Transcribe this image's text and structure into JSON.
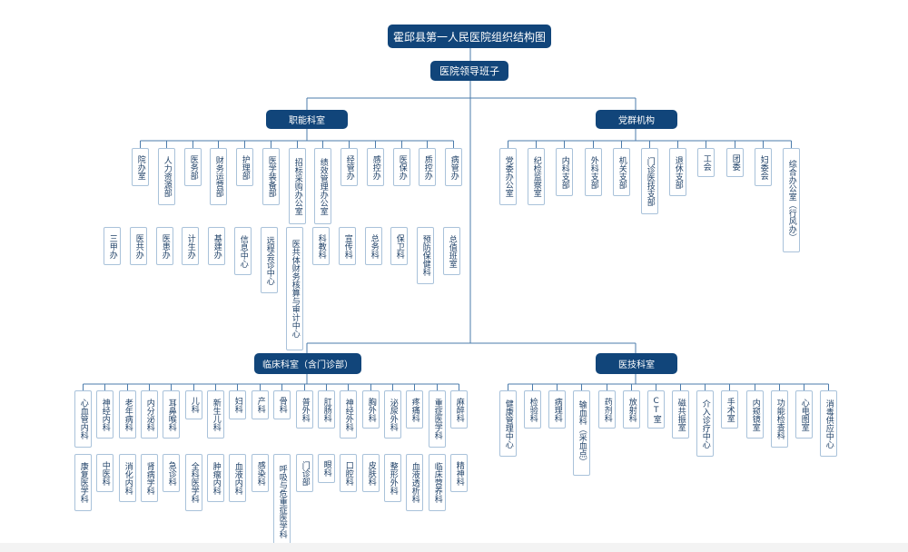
{
  "title": "霍邱县第一人民医院组织结构图",
  "leadership": "医院领导班子",
  "groups": [
    {
      "key": "functional",
      "name": "职能科室",
      "rows": [
        [
          "院办室",
          "人力资源部",
          "医务部",
          "财务运营部",
          "护理部",
          "医学装备部",
          "招标采购办公室",
          "绩效管理办公室",
          "经管办",
          "感控办",
          "医保办",
          "质控办",
          "病管办"
        ],
        [
          "三甲办",
          "医共办",
          "医患办",
          "计生办",
          "基建办",
          "信息中心",
          "远程会诊中心",
          "医共体财务核算与审计中心",
          "科教科",
          "宣传科",
          "总务科",
          "保卫科",
          "预防保健科",
          "总值班室"
        ]
      ]
    },
    {
      "key": "party",
      "name": "党群机构",
      "rows": [
        [
          "党委办公室",
          "纪检监察室",
          "内科支部",
          "外科支部",
          "机关支部",
          "门诊医技支部",
          "退休支部",
          "工会",
          "团委",
          "妇委会",
          "综合办公室（行风办）"
        ]
      ]
    },
    {
      "key": "clinical",
      "name": "临床科室（含门诊部）",
      "rows": [
        [
          "心血管内科",
          "神经内科",
          "老年病科",
          "内分泌科",
          "耳鼻喉科",
          "儿科",
          "新生儿科",
          "妇科",
          "产科",
          "骨科",
          "普外科",
          "肛肠科",
          "神经外科",
          "胸外科",
          "泌尿外科",
          "疼痛科",
          "重症医学科",
          "麻醉科"
        ],
        [
          "康复医学科",
          "中医科",
          "消化内科",
          "肾病学科",
          "急诊科",
          "全科医学科",
          "肿瘤内科",
          "血液内科",
          "感染科",
          "呼吸与危重症医学科",
          "门诊部",
          "眼科",
          "口腔科",
          "皮肤科",
          "整形外科",
          "血液透析科",
          "临床营养科",
          "精神科"
        ]
      ]
    },
    {
      "key": "medtech",
      "name": "医技科室",
      "rows": [
        [
          "健康管理中心",
          "检验科",
          "病理科",
          "输血科（采血点）",
          "药剂科",
          "放射科",
          "CT室",
          "磁共振室",
          "介入诊疗中心",
          "手术室",
          "内窥镜室",
          "功能检查科",
          "心电图室",
          "消毒供应中心"
        ]
      ]
    }
  ]
}
